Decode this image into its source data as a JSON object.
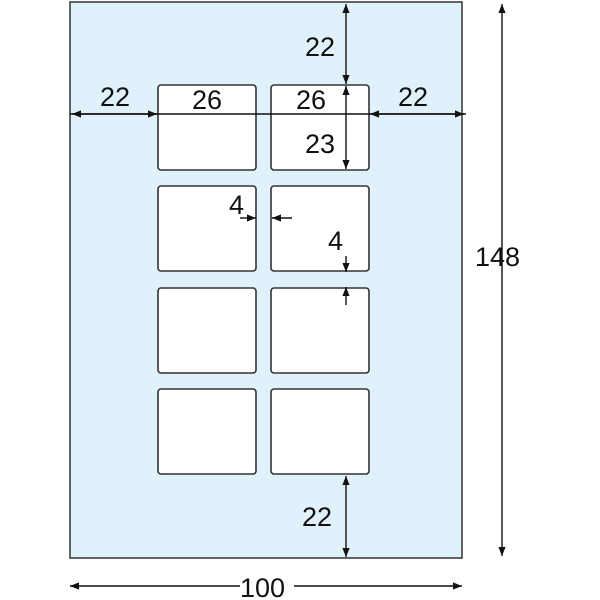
{
  "sheet": {
    "fill_color": "#e0f1fc",
    "stroke_color": "#333333",
    "label_fill": "#ffffff",
    "rows": 4,
    "cols": 2
  },
  "dimensions": {
    "top_margin": "22",
    "left_margin": "22",
    "label_width_left": "26",
    "label_width_right": "26",
    "right_margin": "22",
    "label_height": "23",
    "horizontal_gap": "4",
    "vertical_gap": "4",
    "bottom_margin": "22",
    "sheet_height": "148",
    "sheet_width": "100"
  }
}
